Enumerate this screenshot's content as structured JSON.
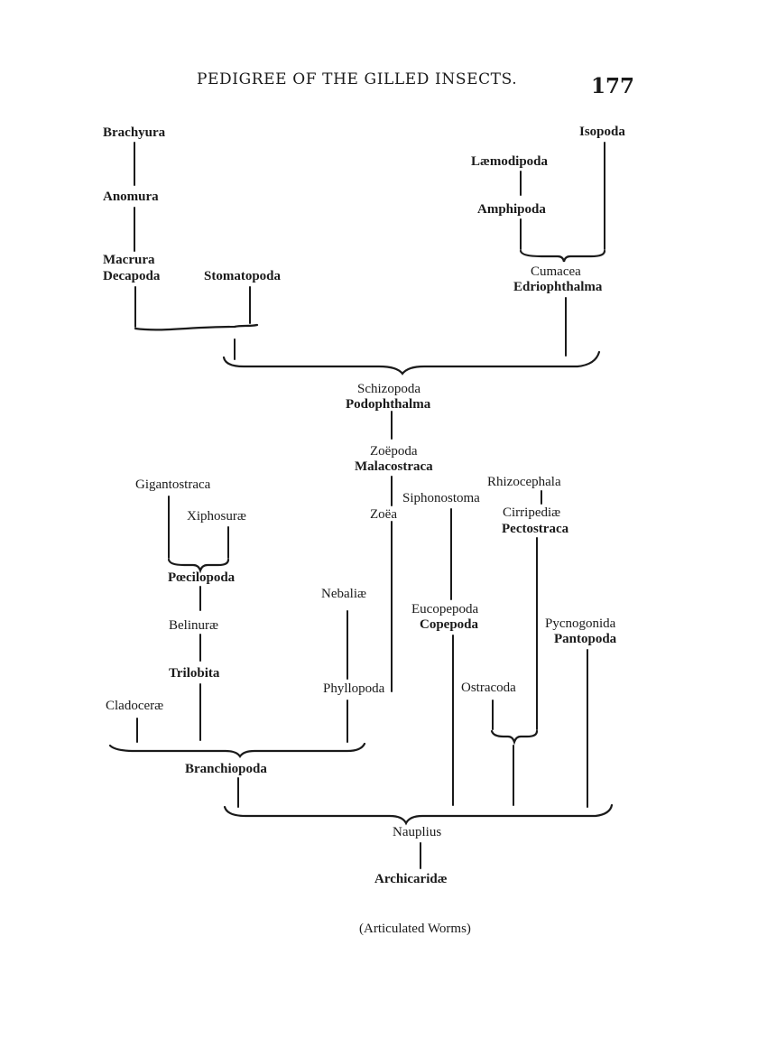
{
  "header": {
    "title": "PEDIGREE OF THE GILLED INSECTS.",
    "page_number": "177"
  },
  "taxa": {
    "brachyura": "Brachyura",
    "anomura": "Anomura",
    "macrura": "Macrura",
    "decapoda": "Decapoda",
    "stomatopoda": "Stomatopoda",
    "isopoda": "Isopoda",
    "laemodipoda": "Læmodipoda",
    "amphipoda": "Amphipoda",
    "cumacea": "Cumacea",
    "edriophthalma": "Edriophthalma",
    "schizopoda": "Schizopoda",
    "podophthalma": "Podophthalma",
    "zoepoda": "Zoëpoda",
    "malacostraca": "Malacostraca",
    "zoea": "Zoëa",
    "gigantostraca": "Gigantostraca",
    "xiphosurae": "Xiphosuræ",
    "poecilopoda": "Pœcilopoda",
    "belinurae": "Belinuræ",
    "trilobita": "Trilobita",
    "cladocerae": "Cladoceræ",
    "nebaliae": "Nebaliæ",
    "phyllopoda": "Phyllopoda",
    "branchiopoda": "Branchiopoda",
    "siphonostoma": "Siphonostoma",
    "rhizocephala": "Rhizocephala",
    "cirripediae": "Cirripediæ",
    "pectostraca": "Pectostraca",
    "eucopepoda": "Eucopepoda",
    "copepoda": "Copepoda",
    "pycnogonida": "Pycnogonida",
    "pantopoda": "Pantopoda",
    "ostracoda": "Ostracoda",
    "nauplius": "Nauplius",
    "archicaridae": "Archicaridæ",
    "articulated_worms": "(Articulated Worms)"
  }
}
